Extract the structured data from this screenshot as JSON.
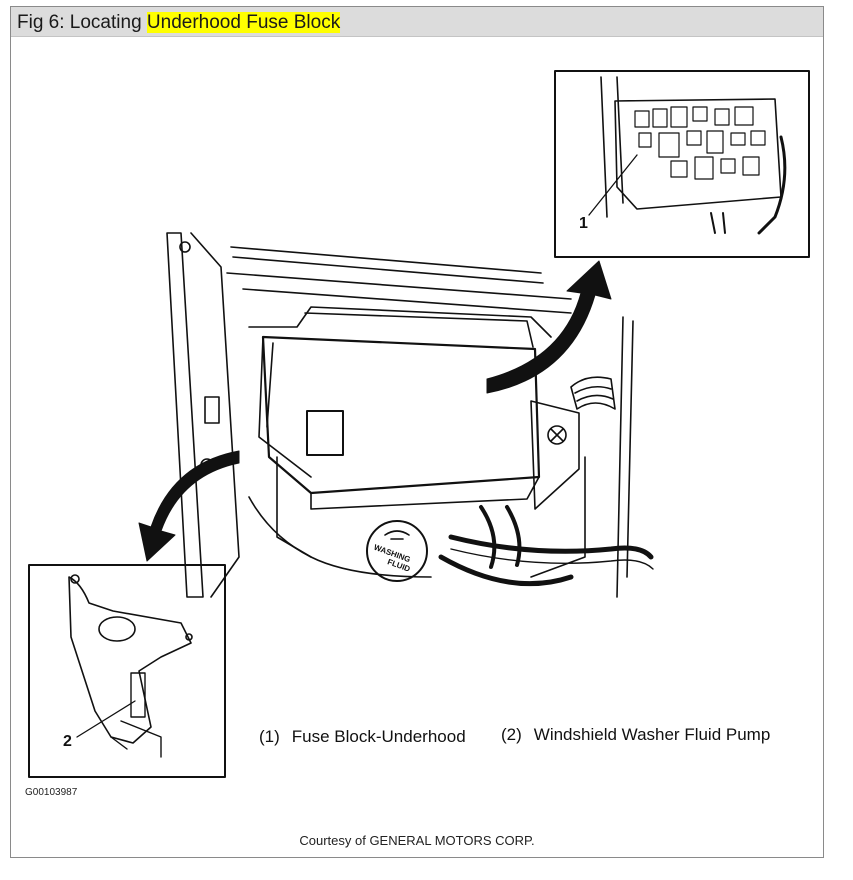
{
  "title": {
    "prefix": "Fig 6: Locating ",
    "highlight": "Underhood Fuse Block",
    "highlight_color": "#ffff00"
  },
  "diagram": {
    "callouts": [
      "1",
      "2"
    ],
    "legend": [
      {
        "number": "(1)",
        "label": "Fuse Block-Underhood"
      },
      {
        "number": "(2)",
        "label": "Windshield Washer Fluid Pump"
      }
    ],
    "cap_text": [
      "WASHING",
      "FLUID"
    ],
    "figure_id": "G00103987"
  },
  "courtesy": "Courtesy of GENERAL MOTORS CORP."
}
